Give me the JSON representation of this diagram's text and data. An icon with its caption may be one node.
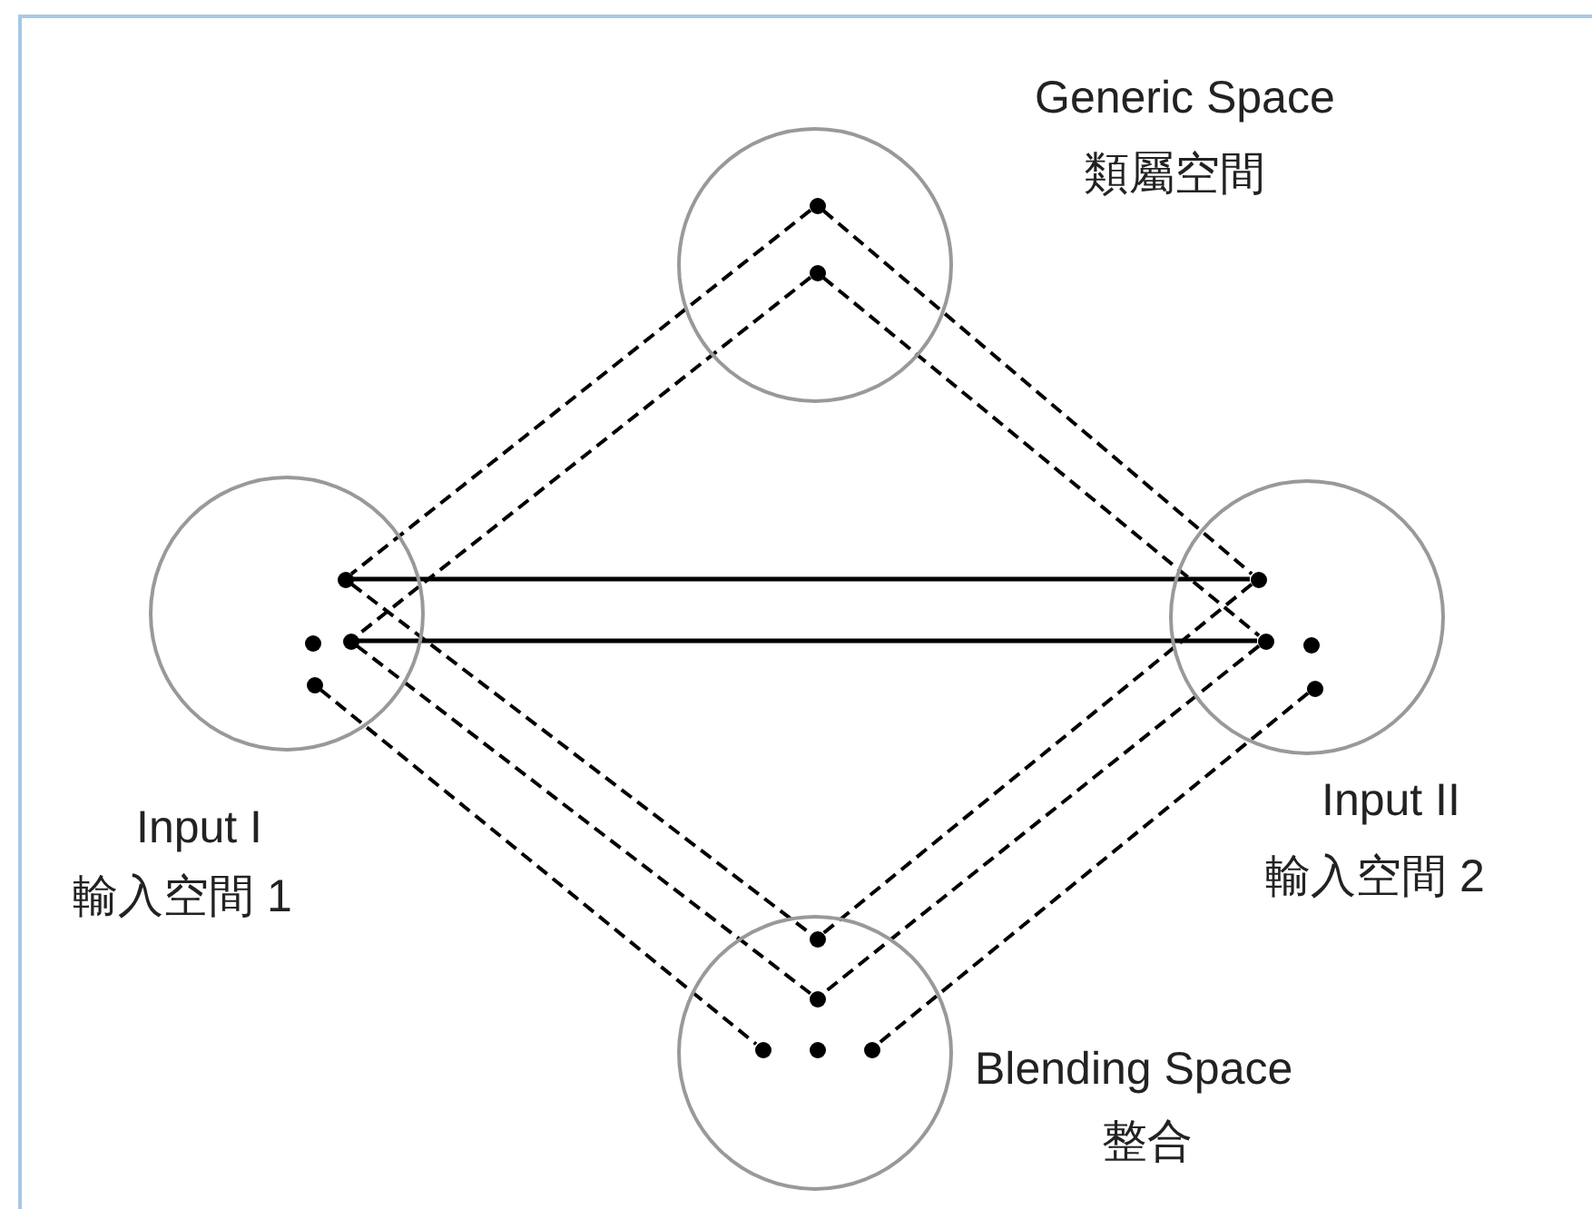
{
  "diagram": {
    "nodes": [
      {
        "text": [
          "Generic Space",
          "類屬空間"
        ]
      },
      {
        "text": [],
        "shape": "circle",
        "in": 0
      },
      {
        "text": [],
        "shape": "circle",
        "in": 0
      },
      {
        "text": [
          "Input I",
          "輸入空間 1"
        ]
      },
      {
        "text": [],
        "shape": "circle",
        "in": 3
      },
      {
        "text": [],
        "shape": "circle",
        "in": 3
      },
      {
        "text": [],
        "shape": "circle",
        "in": 3
      },
      {
        "text": [],
        "shape": "circle",
        "in": 3
      },
      {
        "text": [
          "Input II",
          "輸入空間 2"
        ]
      },
      {
        "text": [],
        "shape": "circle",
        "in": 8
      },
      {
        "text": [],
        "shape": "circle",
        "in": 8
      },
      {
        "text": [],
        "shape": "circle",
        "in": 8
      },
      {
        "text": [],
        "shape": "circle",
        "in": 8
      },
      {
        "text": [
          "Blending Space",
          "整合"
        ]
      },
      {
        "text": [],
        "shape": "circle",
        "in": 13
      },
      {
        "text": [],
        "shape": "circle",
        "in": 13
      },
      {
        "text": [],
        "shape": "circle",
        "in": 13
      },
      {
        "text": [],
        "shape": "circle",
        "in": 13
      },
      {
        "text": [],
        "shape": "circle",
        "in": 13
      }
    ],
    "edges": [
      {
        "from": 1,
        "to": 4,
        "arrow": "none",
        "style": "dashed"
      },
      {
        "from": 1,
        "to": 9,
        "arrow": "none",
        "style": "dashed"
      },
      {
        "from": 2,
        "to": 6,
        "arrow": "none",
        "style": "dashed"
      },
      {
        "from": 2,
        "to": 10,
        "arrow": "none",
        "style": "dashed"
      },
      {
        "from": 4,
        "to": 9,
        "arrow": "none"
      },
      {
        "from": 6,
        "to": 10,
        "arrow": "none"
      },
      {
        "from": 4,
        "to": 14,
        "arrow": "none",
        "style": "dashed"
      },
      {
        "from": 9,
        "to": 14,
        "arrow": "none",
        "style": "dashed"
      },
      {
        "from": 6,
        "to": 15,
        "arrow": "none",
        "style": "dashed"
      },
      {
        "from": 10,
        "to": 15,
        "arrow": "none",
        "style": "dashed"
      },
      {
        "from": 7,
        "to": 16,
        "arrow": "none",
        "style": "dashed"
      },
      {
        "from": 12,
        "to": 18,
        "arrow": "none",
        "style": "dashed"
      }
    ]
  }
}
